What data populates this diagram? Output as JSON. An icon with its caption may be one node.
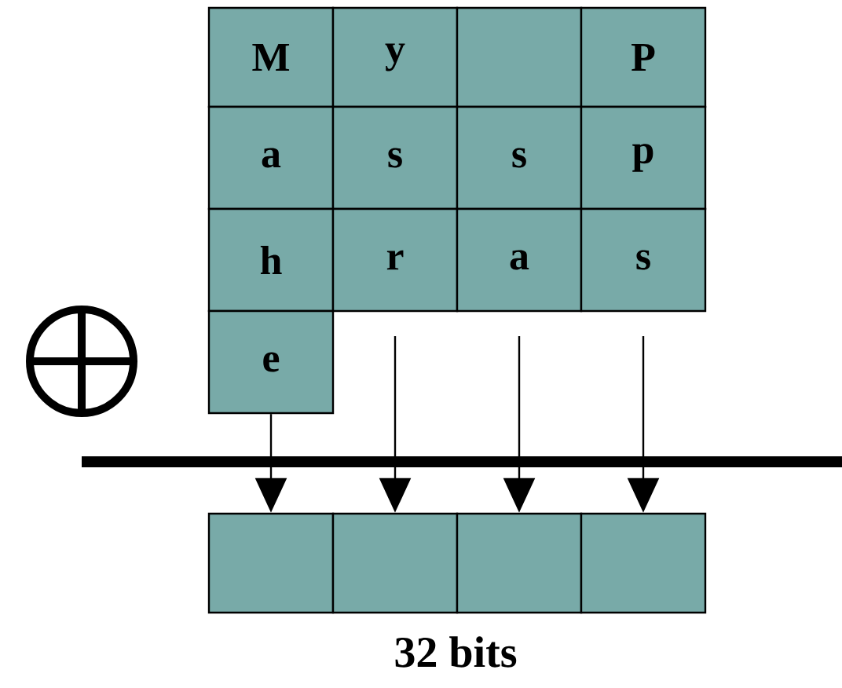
{
  "diagram": {
    "nodes": [
      {
        "text": [
          "M"
        ]
      },
      {
        "text": [
          "y"
        ]
      },
      {
        "text": [],
        "shape": "box"
      },
      {
        "text": [
          "P"
        ]
      },
      {
        "text": [
          "a"
        ]
      },
      {
        "text": [
          "s"
        ]
      },
      {
        "text": [
          "s"
        ]
      },
      {
        "text": [
          "p"
        ]
      },
      {
        "text": [
          "h"
        ]
      },
      {
        "text": [
          "r"
        ]
      },
      {
        "text": [
          "a"
        ]
      },
      {
        "text": [
          "s"
        ]
      },
      {
        "text": [
          "e"
        ]
      },
      {
        "text": [],
        "shape": "box"
      },
      {
        "text": [],
        "shape": "box"
      },
      {
        "text": [],
        "shape": "box"
      },
      {
        "text": [],
        "shape": "box"
      }
    ],
    "edges": [
      {
        "from": 12,
        "to": 13,
        "arrow": "to"
      },
      {
        "from": null,
        "to": 14,
        "arrow": "to"
      },
      {
        "from": null,
        "to": 15,
        "arrow": "to"
      },
      {
        "from": null,
        "to": 16,
        "arrow": "to"
      }
    ],
    "labels": [
      "32 bits"
    ]
  }
}
